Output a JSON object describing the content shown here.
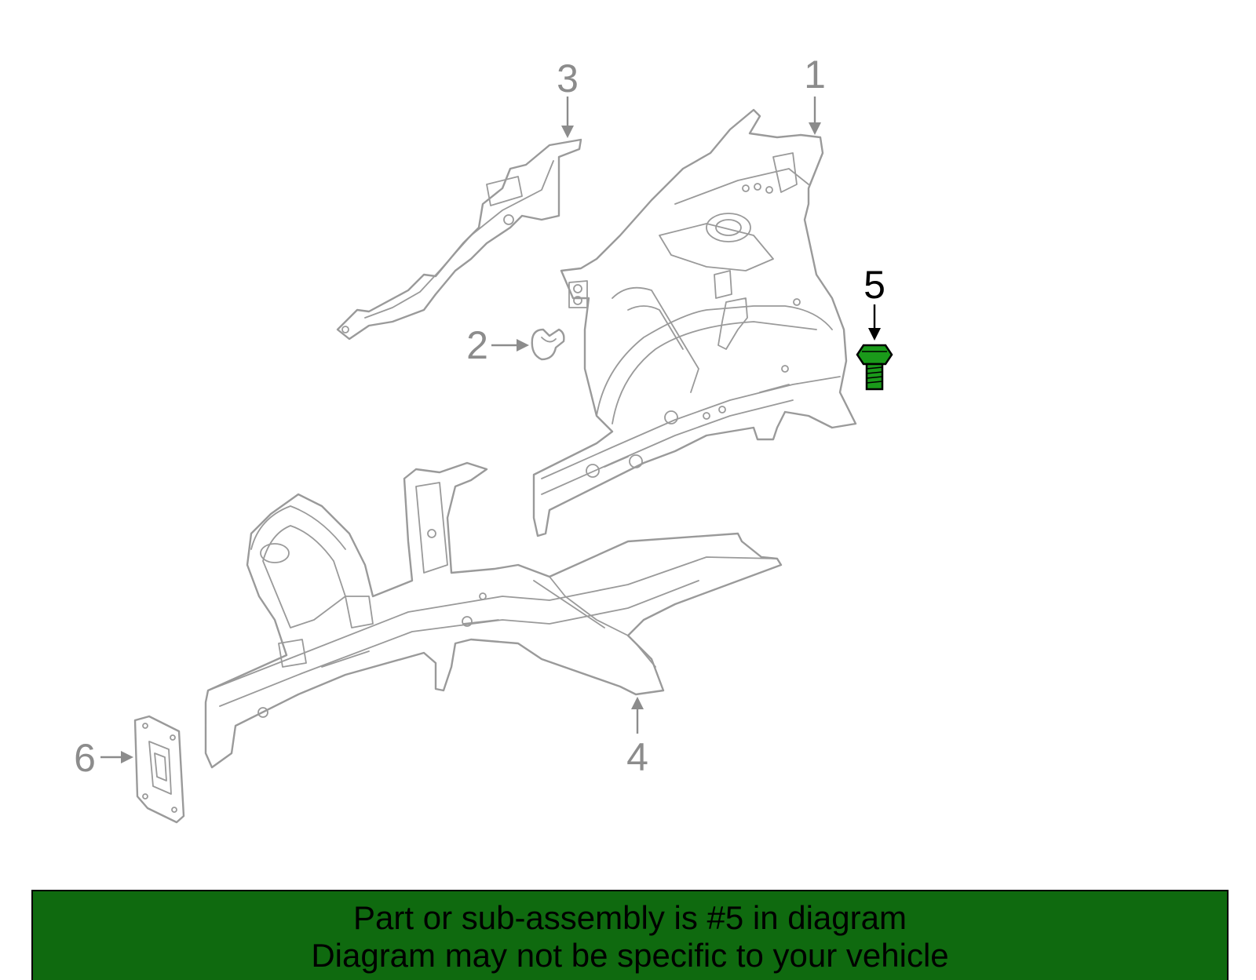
{
  "callouts": [
    {
      "number": "1",
      "active": false
    },
    {
      "number": "2",
      "active": false
    },
    {
      "number": "3",
      "active": false
    },
    {
      "number": "4",
      "active": false
    },
    {
      "number": "5",
      "active": true
    },
    {
      "number": "6",
      "active": false
    }
  ],
  "banner": {
    "line1": "Part or sub-assembly is #5 in diagram",
    "line2": "Diagram may not be specific to your vehicle"
  },
  "colors": {
    "banner_background": "#0f6a0f",
    "highlight_part": "#1a9a1a",
    "part_outline": "#9a9a9a"
  }
}
